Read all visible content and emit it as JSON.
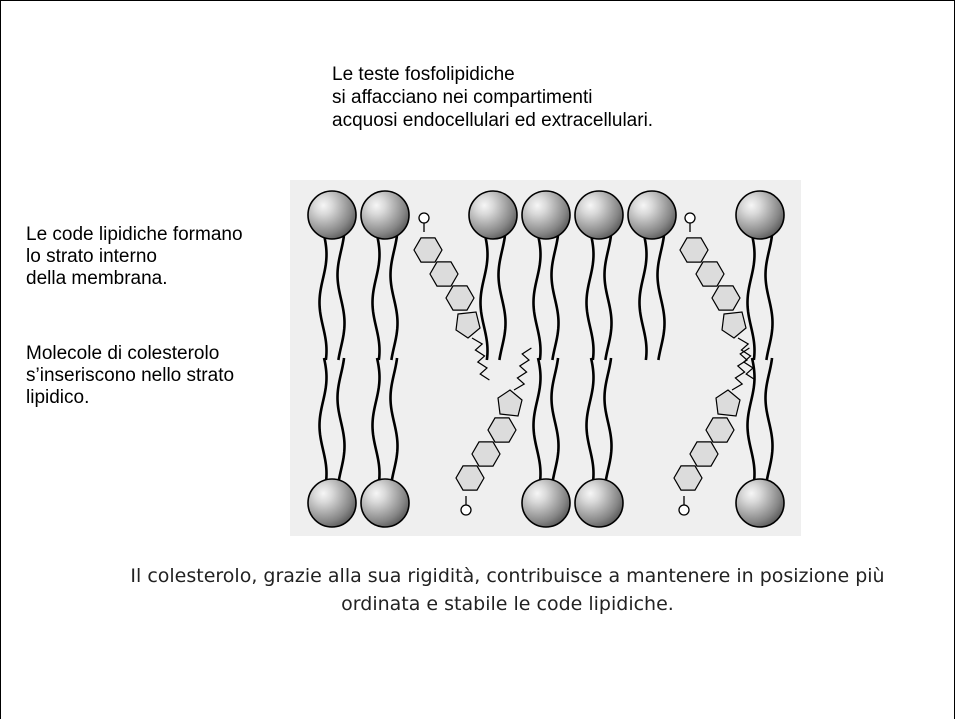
{
  "top_caption": {
    "lines": [
      "Le teste fosfolipidiche",
      "si affacciano nei compartimenti",
      "acquosi endocellulari ed extracellulari."
    ]
  },
  "left_captions": {
    "tails": [
      "Le code lipidiche formano",
      "lo strato interno",
      "della membrana."
    ],
    "cholesterol": [
      "Molecole di colesterolo",
      "s’inseriscono nello strato",
      "lipidico."
    ]
  },
  "bottom_caption": {
    "lines": [
      "Il colesterolo, grazie alla sua rigidità, contribuisce a mantenere in posizione più",
      "ordinata e stabile le code lipidiche."
    ]
  },
  "colors": {
    "panel": "#efefef",
    "head_light": "#f4f4f4",
    "head_dark": "#6a6a6a",
    "ring_fill": "#dcdcdc",
    "stroke": "#000000"
  }
}
